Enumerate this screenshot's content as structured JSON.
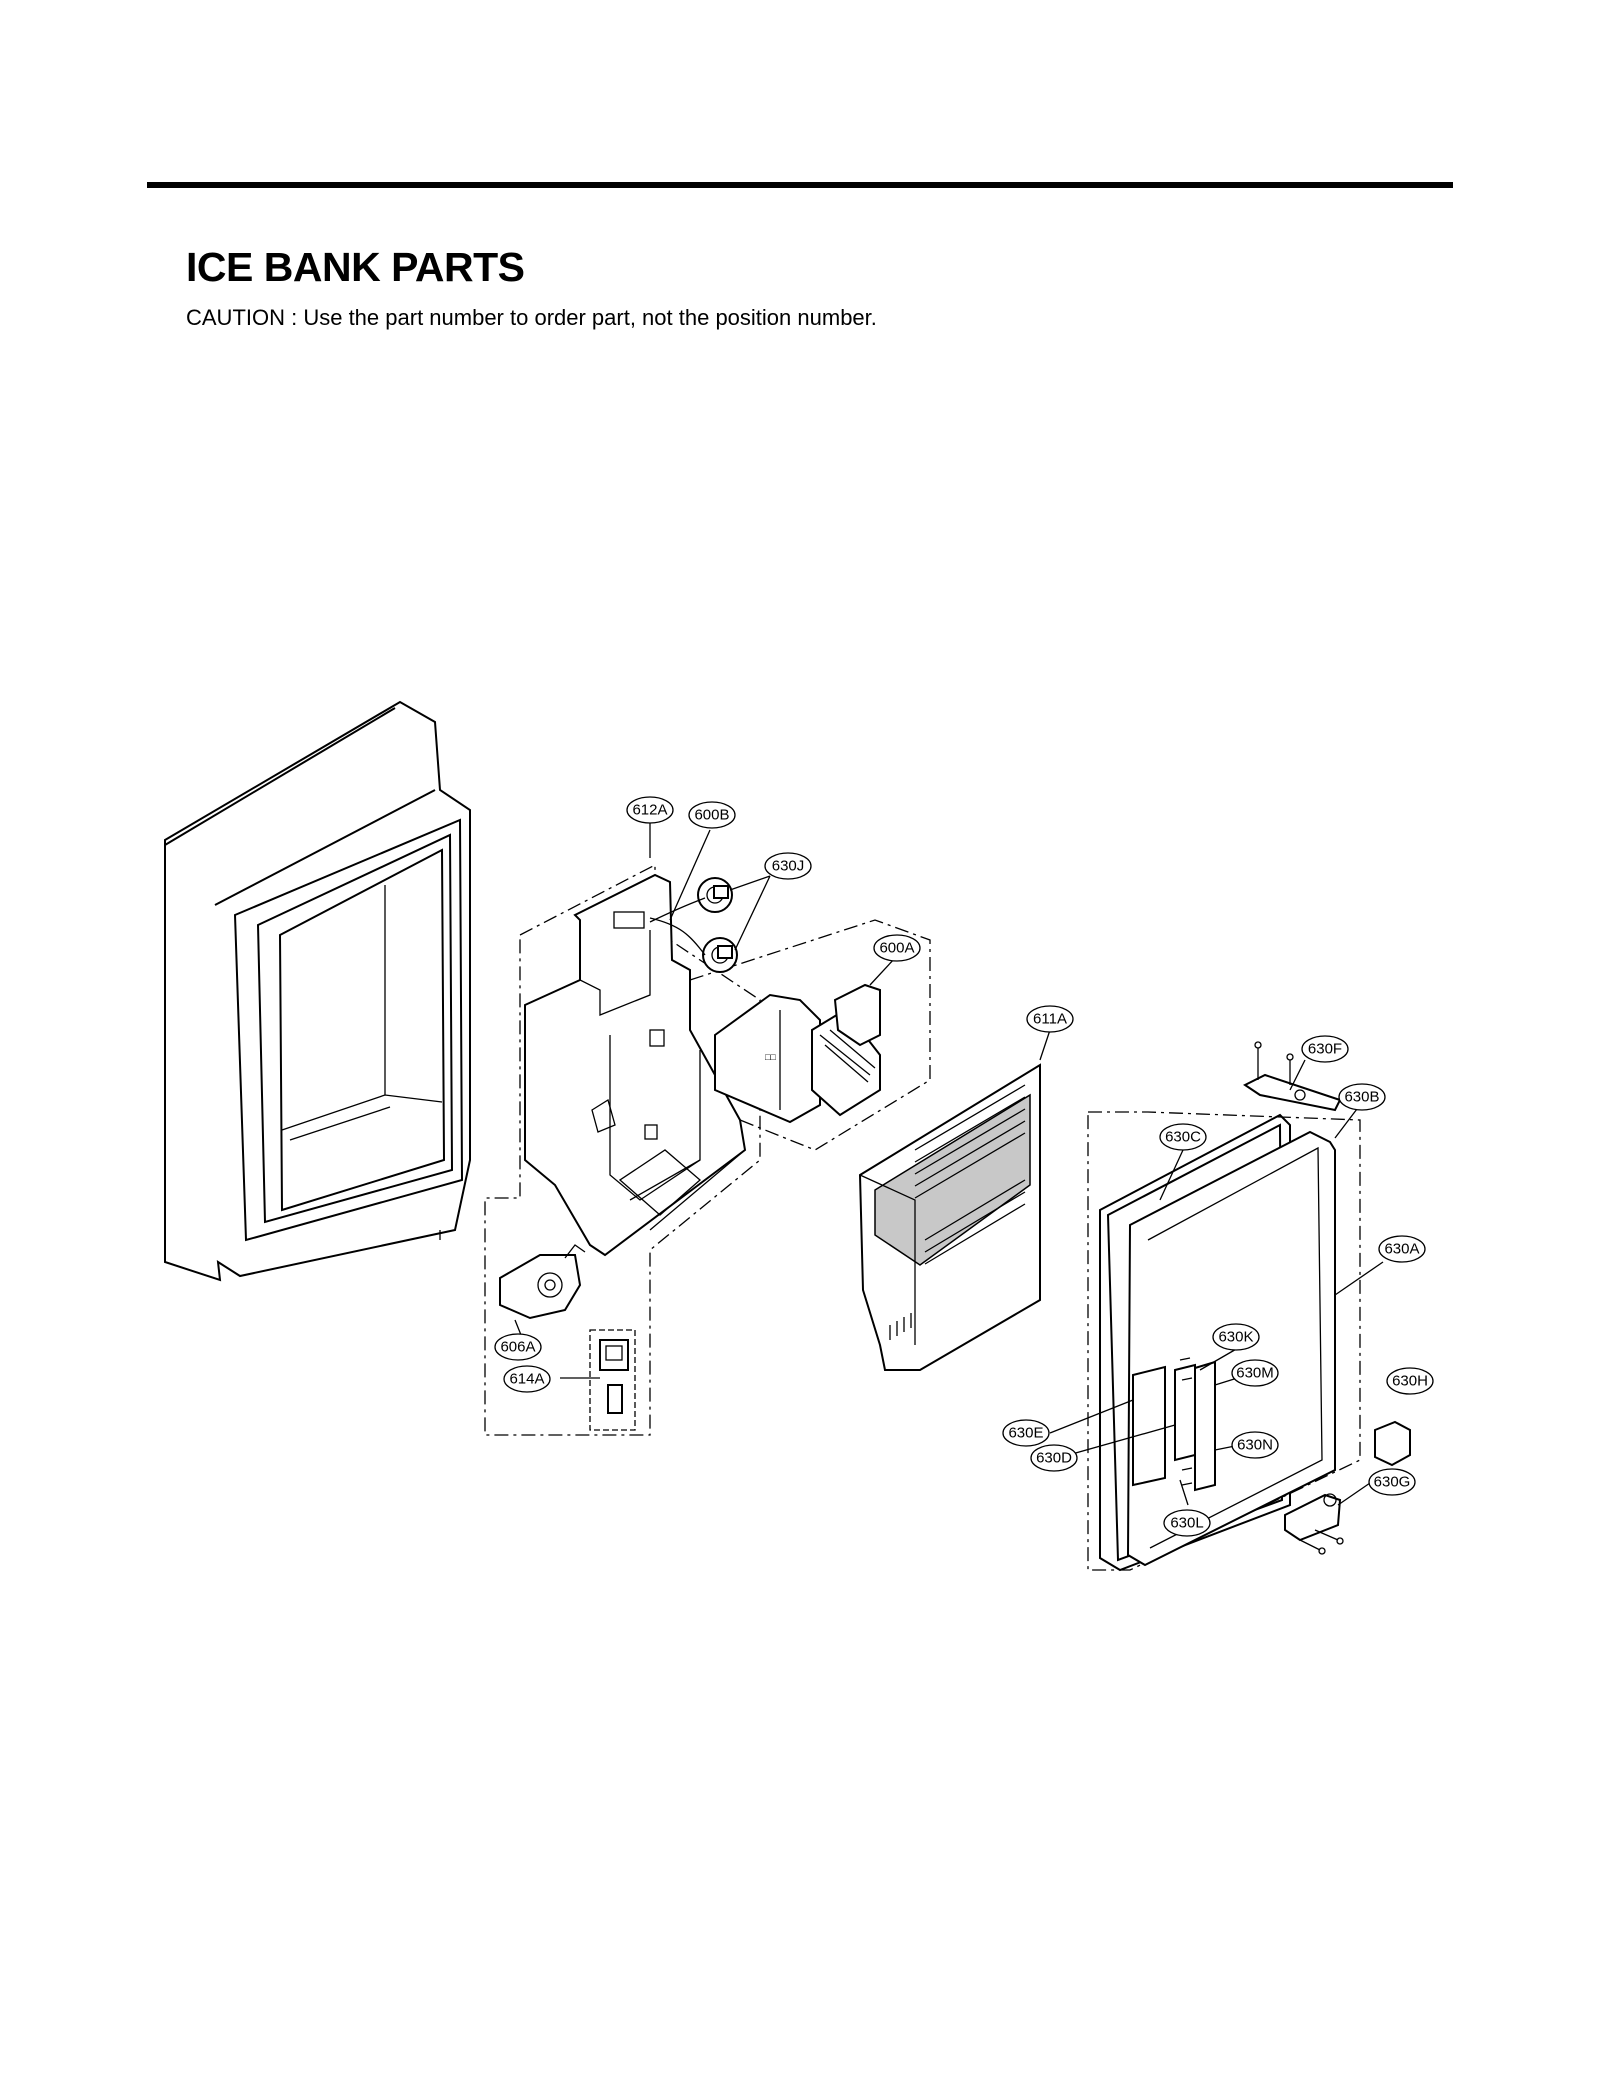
{
  "header": {
    "title": "ICE BANK PARTS",
    "caution": "CAUTION : Use the part number to order part, not the position number."
  },
  "diagram": {
    "callouts": {
      "612A": "612A",
      "600B": "600B",
      "630J": "630J",
      "600A": "600A",
      "611A": "611A",
      "630F": "630F",
      "630B": "630B",
      "630C": "630C",
      "630A": "630A",
      "606A": "606A",
      "614A": "614A",
      "630K": "630K",
      "630M": "630M",
      "630H": "630H",
      "630E": "630E",
      "630N": "630N",
      "630D": "630D",
      "630G": "630G",
      "630L": "630L"
    }
  }
}
